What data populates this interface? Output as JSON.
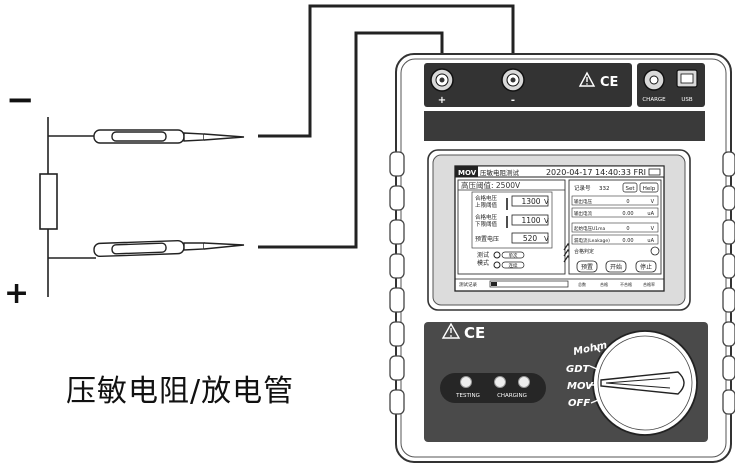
{
  "caption": "压敏电阻/放电管",
  "polarity": {
    "minus": "−",
    "plus": "+"
  },
  "top_panel": {
    "port_plus": "+",
    "port_minus": "-",
    "warning_icon": "warning-triangle-icon",
    "ce_mark": "CE",
    "charge_label": "CHARGE",
    "usb_label": "USB"
  },
  "screen": {
    "mode": "MOV",
    "title": "压敏电阻测试",
    "datetime": "2020-04-17  14:40:33  FRI",
    "threshold_header": "高压阈值: 2500V",
    "upper_label_1": "合格电压",
    "upper_label_2": "上限阈值",
    "upper_value": "1300",
    "lower_label_1": "合格电压",
    "lower_label_2": "下限阈值",
    "lower_value": "1100",
    "preset_label": "预置电压",
    "preset_value": "520",
    "unit_v": "V",
    "test_mode_1": "测试",
    "test_mode_2": "模式",
    "opt_1": "单次",
    "opt_2": "连续",
    "record_label": "记录号",
    "record_no": "332",
    "set_btn": "Set",
    "help_btn": "Help",
    "rows": [
      {
        "label": "输出电压",
        "value": "0",
        "unit": "V"
      },
      {
        "label": "输出电流",
        "value": "0.00",
        "unit": "uA"
      },
      {
        "label": "起始电压U1ma",
        "value": "0",
        "unit": "V"
      },
      {
        "label": "漏电流(Leakage)",
        "value": "0.00",
        "unit": "uA"
      }
    ],
    "judge_label": "合格判定",
    "btn_preset": "预置",
    "btn_start": "开始",
    "btn_stop": "停止",
    "footer_left": "测试记录",
    "footer_right": [
      "总数",
      "合格",
      "不合格",
      "合格率"
    ]
  },
  "lower_panel": {
    "ce_mark": "CE",
    "testing_label": "TESTING",
    "charging_label": "CHARGING",
    "dial_labels": [
      "Mohm",
      "GDT",
      "MOV",
      "OFF"
    ]
  }
}
